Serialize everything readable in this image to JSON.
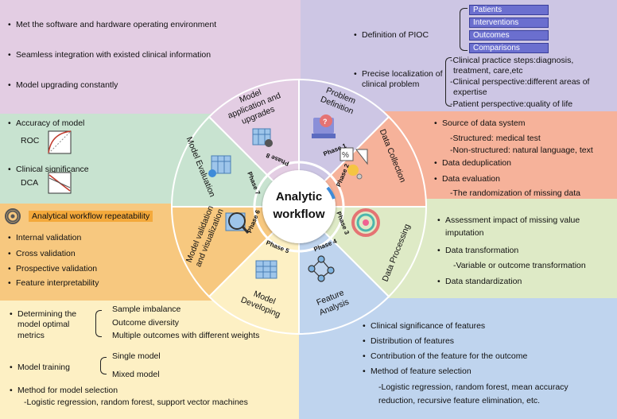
{
  "center": {
    "line1": "Analytic",
    "line2": "workflow"
  },
  "phases": [
    {
      "id": "phase1",
      "label": "Phase 1",
      "name": [
        "Problem",
        "Definition"
      ]
    },
    {
      "id": "phase2",
      "label": "Phase 2",
      "name": [
        "Data Collection"
      ]
    },
    {
      "id": "phase3",
      "label": "Phase 3",
      "name": [
        "Data Processing"
      ]
    },
    {
      "id": "phase4",
      "label": "Phase 4",
      "name": [
        "Feature",
        "Analysis"
      ]
    },
    {
      "id": "phase5",
      "label": "Phase 5",
      "name": [
        "Model",
        "Developing"
      ]
    },
    {
      "id": "phase6",
      "label": "Phase 6",
      "name": [
        "Model validation",
        "and visualization"
      ]
    },
    {
      "id": "phase7",
      "label": "Phase 7",
      "name": [
        "Model Evaluation"
      ]
    },
    {
      "id": "phase8",
      "label": "Phase 8",
      "name": [
        "Model",
        "application and",
        "upgrades"
      ]
    }
  ],
  "app_panel": {
    "items": [
      "Met the software and hardware operating environment",
      "Seamless integration with existed clinical information",
      "Model upgrading constantly"
    ]
  },
  "problem_panel": {
    "pioc_label": "Definition of PIOC",
    "pioc_items": [
      "Patients",
      "Interventions",
      "Outcomes",
      "Comparisons"
    ],
    "localization_label": [
      "Precise localization of",
      "clinical problem"
    ],
    "localization_items": [
      "-Clinical practice steps:diagnosis,",
      "treatment, care,etc",
      "-Clinical perspective:different areas of",
      "expertise",
      "-Patient perspective:quality of life"
    ]
  },
  "collection_panel": {
    "source": "Source of data system",
    "structured": "-Structured: medical test",
    "nonstructured": "-Non-structured: natural language, text",
    "dedup": "Data deduplication",
    "evaluation": "Data evaluation",
    "randomization": "-The randomization of missing data"
  },
  "processing_panel": {
    "impact": [
      "Assessment impact of missing value",
      "imputation"
    ],
    "transformation": "Data transformation",
    "transformation_sub": "-Variable or outcome transformation",
    "standardization": "Data standardization"
  },
  "feature_panel": {
    "items": [
      "Clinical significance of features",
      "Distribution of features",
      "Contribution of the feature for the outcome",
      "Method of feature selection"
    ],
    "method_sub": [
      "-Logistic regression, random forest, mean accuracy",
      "reduction, recursive feature elimination, etc."
    ]
  },
  "developing_panel": {
    "metrics_label": [
      "Determining the",
      "model optimal",
      "metrics"
    ],
    "metrics_items": [
      "Sample imbalance",
      "Outcome diversity",
      "Multiple outcomes with different weights"
    ],
    "training_label": "Model training",
    "training_items": [
      "Single model",
      "Mixed model"
    ],
    "selection_label": "Method for model selection",
    "selection_sub": "-Logistic regression, random forest, support vector machines"
  },
  "validation_panel": {
    "repeatability": "Analytical workflow repeatability",
    "items": [
      "Internal validation",
      "Cross validation",
      "Prospective validation",
      "Feature interpretability"
    ]
  },
  "evaluation_panel": {
    "accuracy": "Accuracy of model",
    "roc": "ROC",
    "clinical": "Clinical significance",
    "dca": "DCA"
  },
  "colors": {
    "app": "#e3cde3",
    "problem": "#cdc6e4",
    "collection": "#f6b29a",
    "processing": "#deeac6",
    "feature": "#bfd4ee",
    "developing": "#fdf0c4",
    "validation": "#f7c87f",
    "evaluation": "#c8e3d0",
    "pioc_box": "#6b6fcf"
  }
}
